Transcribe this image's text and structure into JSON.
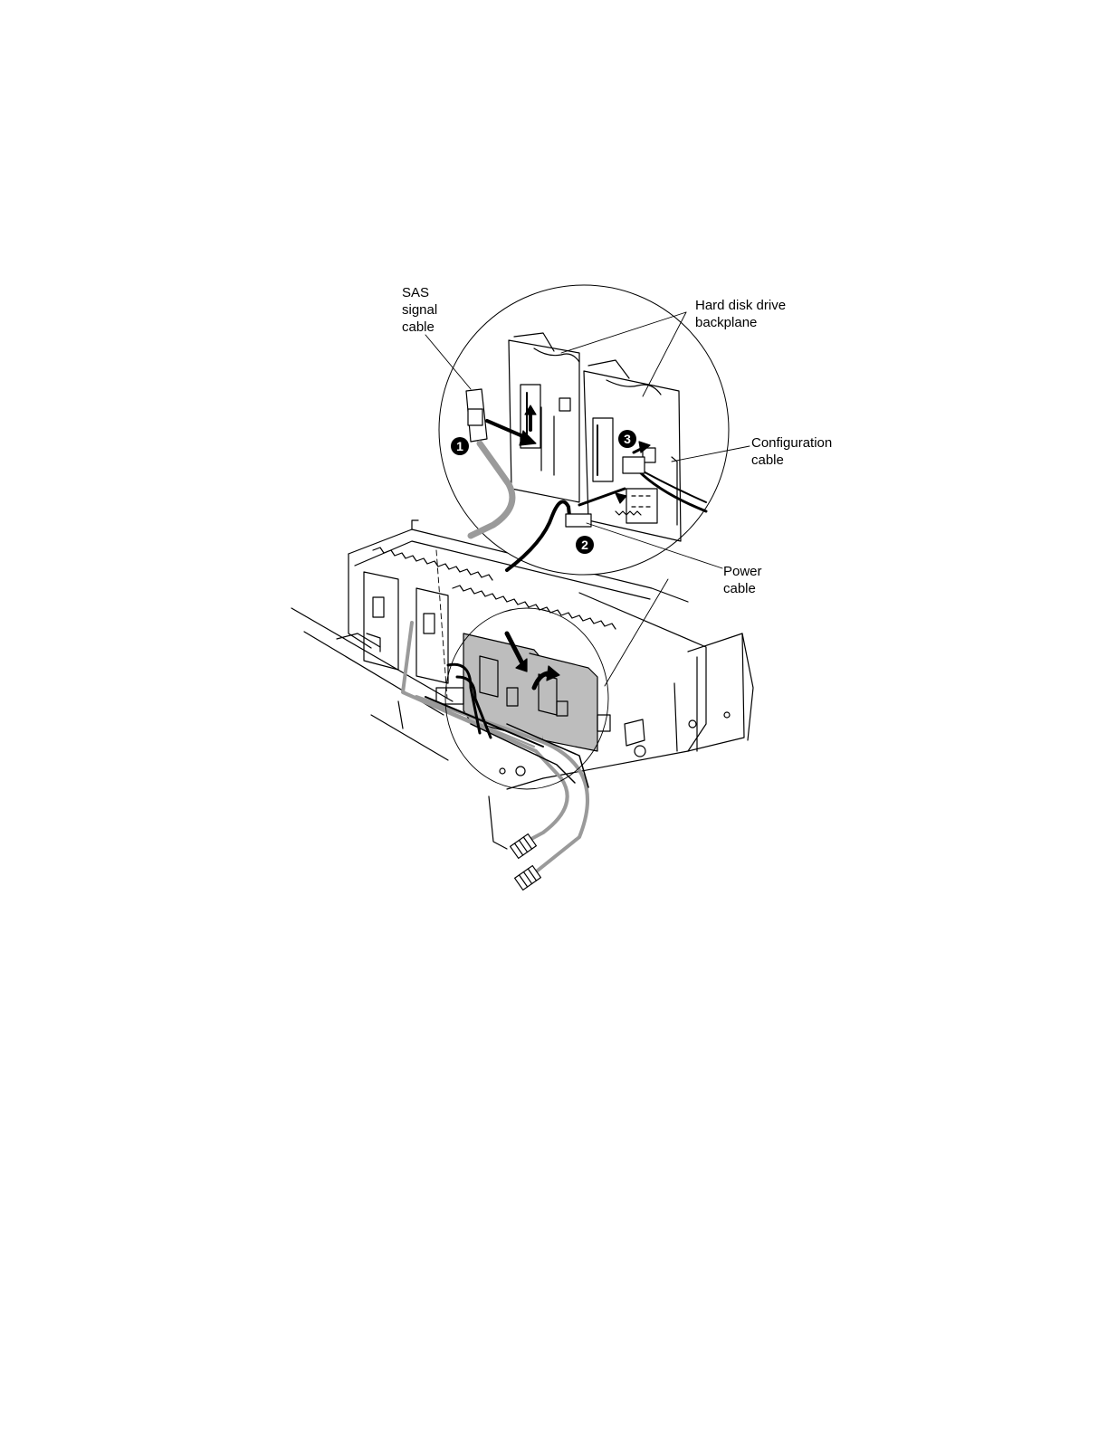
{
  "labels": {
    "sas_cable": [
      "SAS",
      "signal",
      "cable"
    ],
    "hdd_backplane": [
      "Hard disk drive",
      "backplane"
    ],
    "config_cable": [
      "Configuration",
      "cable"
    ],
    "power_cable": [
      "Power",
      "cable"
    ]
  },
  "callouts": [
    "1",
    "2",
    "3"
  ],
  "colors": {
    "line": "#000000",
    "cable_gray": "#9a9a9a",
    "panel_shade": "#bdbdbd"
  }
}
